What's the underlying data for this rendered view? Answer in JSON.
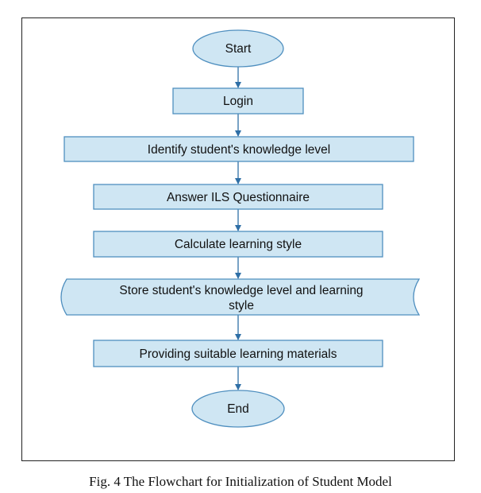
{
  "flowchart": {
    "start": "Start",
    "login": "Login",
    "identify": "Identify student's knowledge level",
    "answer": "Answer ILS Questionnaire",
    "calculate": "Calculate learning style",
    "store_line1": "Store student's knowledge level and learning",
    "store_line2": "style",
    "provide": "Providing suitable learning materials",
    "end": "End"
  },
  "colors": {
    "fill": "#cfe6f3",
    "stroke": "#4f8fbf",
    "arrow": "#2f6fa6"
  },
  "caption": "Fig. 4   The Flowchart for Initialization of Student Model"
}
